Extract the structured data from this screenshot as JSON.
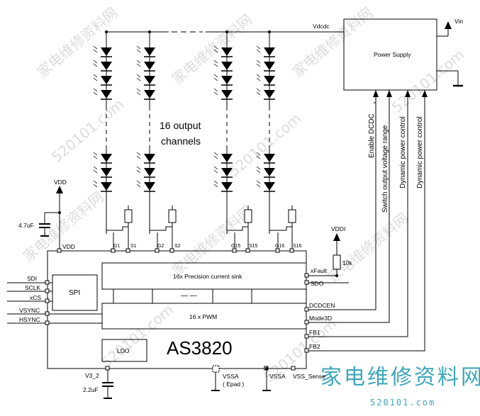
{
  "chip": {
    "part_number": "AS3820",
    "precision_sink": "16x Precision current sink",
    "pwm": "16 x PWM",
    "spi": "SPI",
    "ldo": "LDO",
    "dash": "— —"
  },
  "power_supply": {
    "label": "Power Supply",
    "vin": "Vin",
    "vdcdc": "Vdcdc"
  },
  "strings": {
    "center_label_1": "16 output",
    "center_label_2": "channels"
  },
  "channels": {
    "g1": "G1",
    "s1": "S1",
    "g2": "G2",
    "s2": "S2",
    "g15": "G15",
    "s15": "S15",
    "g16": "G16",
    "s16": "S16"
  },
  "pins_left": {
    "vdd": "VDD",
    "vdd_in": "VDD",
    "sdi": "SDI",
    "sclk": "SCLK",
    "xcs": "xCS",
    "vsync": "VSYNC",
    "hsync": "HSYNC",
    "v3_2": "V3_2"
  },
  "pins_right": {
    "xfault": "xFault",
    "sdo": "SDO",
    "dcdcen": "DCDCEN",
    "mode3d": "Mode3D",
    "fb1": "FB1",
    "fb2": "FB2",
    "vddi": "VDDI",
    "r10k": "10k"
  },
  "pins_bottom": {
    "vssa_epad": "VSSA",
    "epad": "( Epad )",
    "vssa": "VSSA",
    "vss_sense": "VSS_Sense"
  },
  "components": {
    "c_vdd": "4.7uF",
    "c_v32": "2.2uF"
  },
  "control_signals": {
    "enable_dcdc": "Enable DCDC",
    "switch_range": "Switch output voltage range",
    "dyn_power_1": "Dynamic power control",
    "dyn_power_2": "Dynamic power control"
  },
  "watermark": {
    "line1": "家电维修资料网",
    "line2": "520101.com"
  }
}
